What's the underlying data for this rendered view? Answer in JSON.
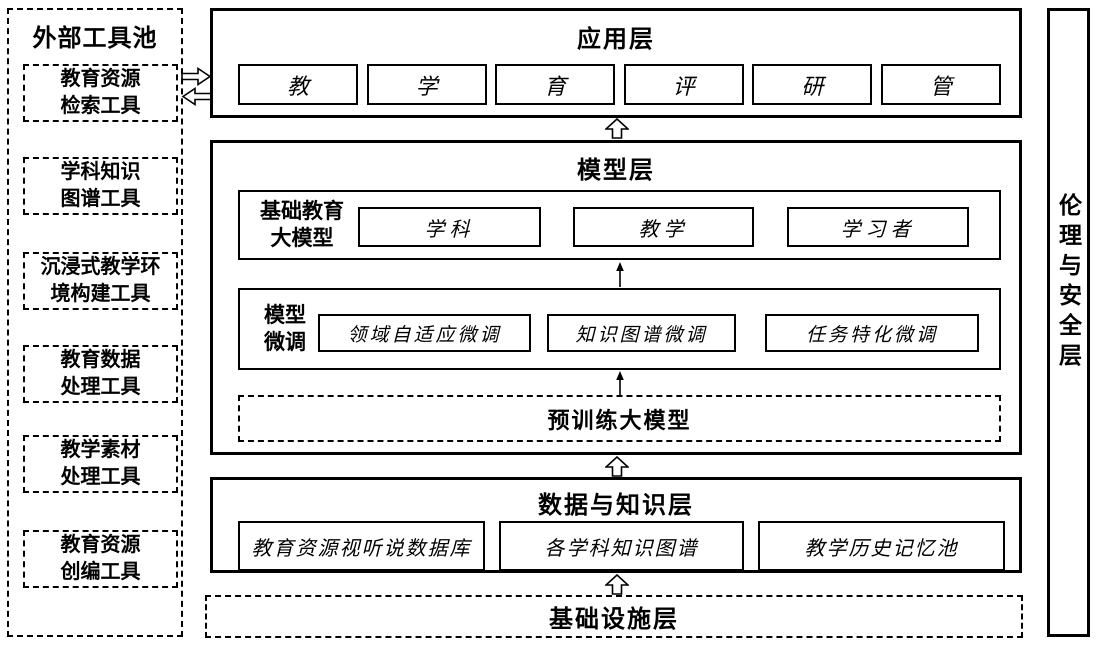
{
  "diagram": {
    "tool_pool": {
      "title": "外部工具池",
      "tools": [
        "教育资源\n检索工具",
        "学科知识\n图谱工具",
        "沉浸式教学环\n境构建工具",
        "教育数据\n处理工具",
        "教学素材\n处理工具",
        "教育资源\n创编工具"
      ]
    },
    "application_layer": {
      "title": "应用层",
      "items": [
        "教",
        "学",
        "育",
        "评",
        "研",
        "管"
      ]
    },
    "model_layer": {
      "title": "模型层",
      "foundation_model": {
        "label": "基础教育\n大模型",
        "items": [
          "学科",
          "教学",
          "学习者"
        ]
      },
      "fine_tuning": {
        "label": "模型\n微调",
        "items": [
          "领域自适应微调",
          "知识图谱微调",
          "任务特化微调"
        ]
      },
      "pretrained_model": "预训练大模型"
    },
    "data_layer": {
      "title": "数据与知识层",
      "items": [
        "教育资源视听说数据库",
        "各学科知识图谱",
        "教学历史记忆池"
      ]
    },
    "infrastructure_layer": {
      "title": "基础设施层"
    },
    "ethics_layer": {
      "title": "伦理与安全层"
    },
    "icons": {
      "up_arrow": "hollow-up-arrow",
      "right_arrow": "hollow-right-arrow",
      "left_arrow": "hollow-left-arrow",
      "thin_arrow": "thin-up-arrow"
    },
    "colors": {
      "border": "#000000",
      "background": "#ffffff"
    }
  }
}
